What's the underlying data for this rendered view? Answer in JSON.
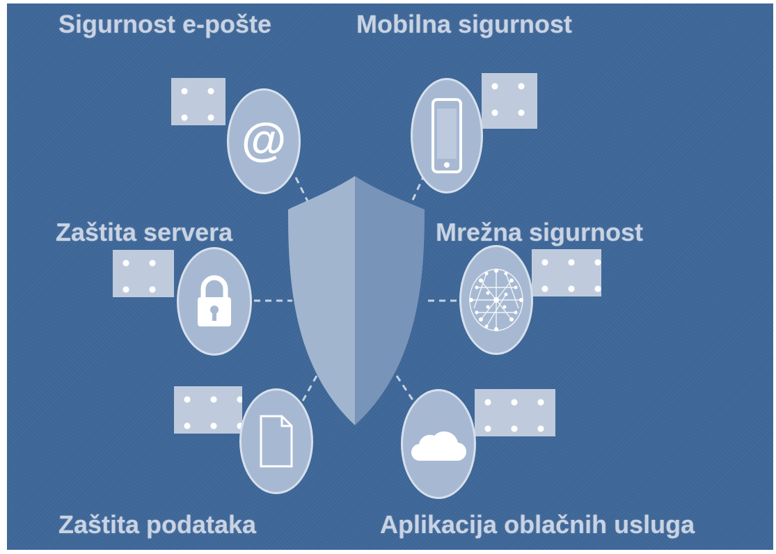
{
  "labels": {
    "email_security": "Sigurnost e-pošte",
    "mobile_security": "Mobilna sigurnost",
    "server_protection": "Zaštita servera",
    "network_security": "Mrežna sigurnost",
    "data_protection": "Zaštita podataka",
    "cloud_apps": "Aplikacija oblačnih usluga"
  },
  "icons": {
    "center": "shield-icon",
    "email": "at-sign-icon",
    "mobile": "smartphone-icon",
    "server": "padlock-icon",
    "network": "network-globe-icon",
    "data": "document-icon",
    "cloud": "cloud-icon"
  },
  "colors": {
    "background": "#3d6697",
    "node_fill": "#a7b9d2",
    "node_border": "#d7e0ec",
    "shield_left": "#a2b5cf",
    "shield_right": "#7894b9",
    "text": "#c9d3e3"
  }
}
